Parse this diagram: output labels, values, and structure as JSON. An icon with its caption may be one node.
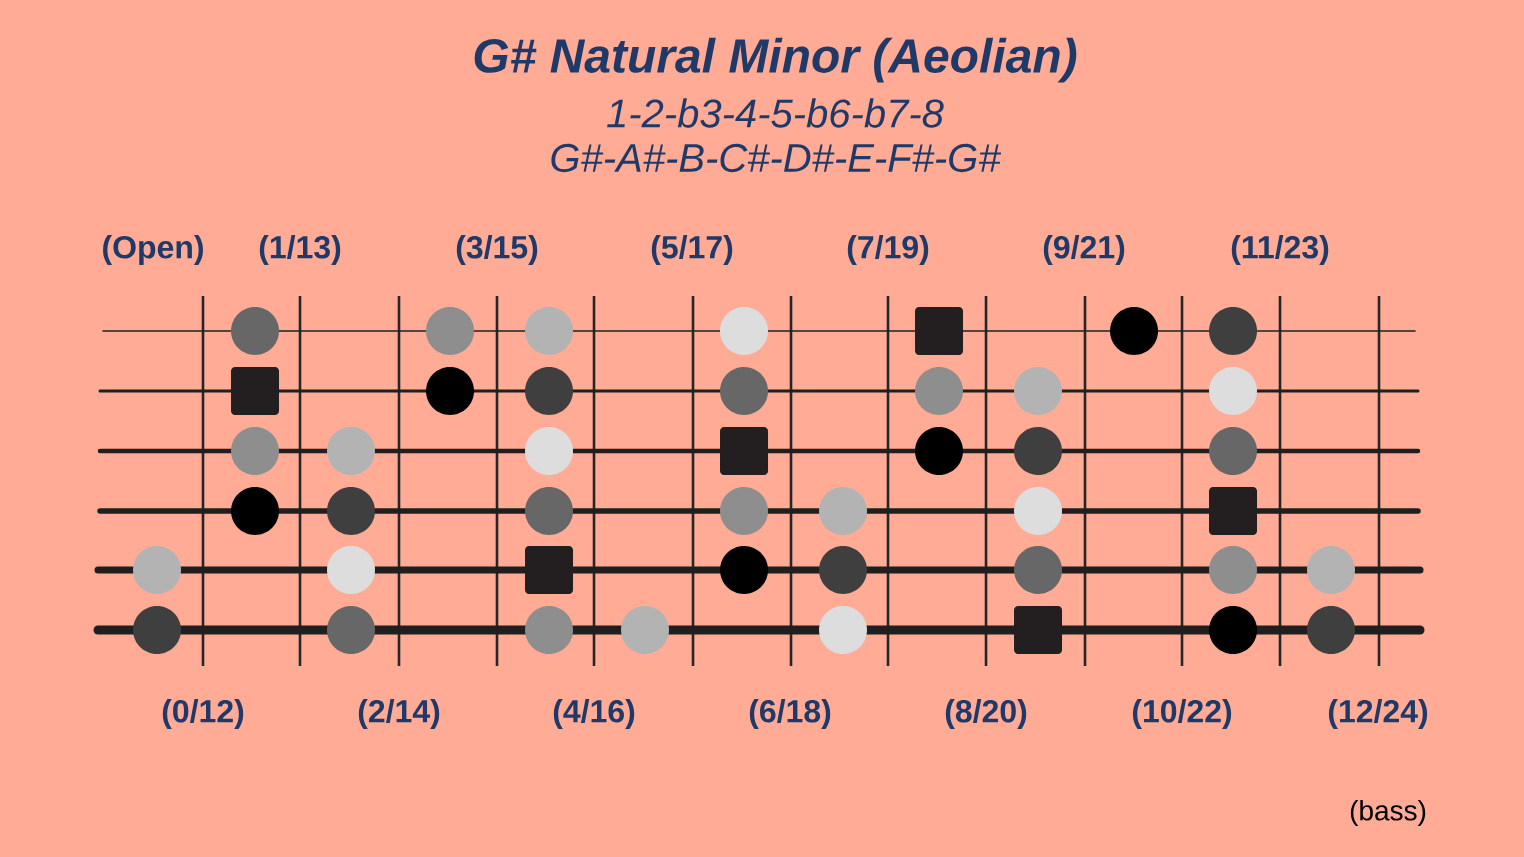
{
  "diagram": {
    "title": "G# Natural Minor (Aeolian)",
    "labels": [
      "1-2-b3-4-5-b6-b7-8",
      "G#-A#-B-C#-D#-E-F#-G#",
      "(Open)",
      "(1/13)",
      "(3/15)",
      "(5/17)",
      "(7/19)",
      "(9/21)",
      "(11/23)",
      "(0/12)",
      "(2/14)",
      "(4/16)",
      "(6/18)",
      "(8/20)",
      "(10/22)",
      "(12/24)",
      "(bass)"
    ]
  }
}
